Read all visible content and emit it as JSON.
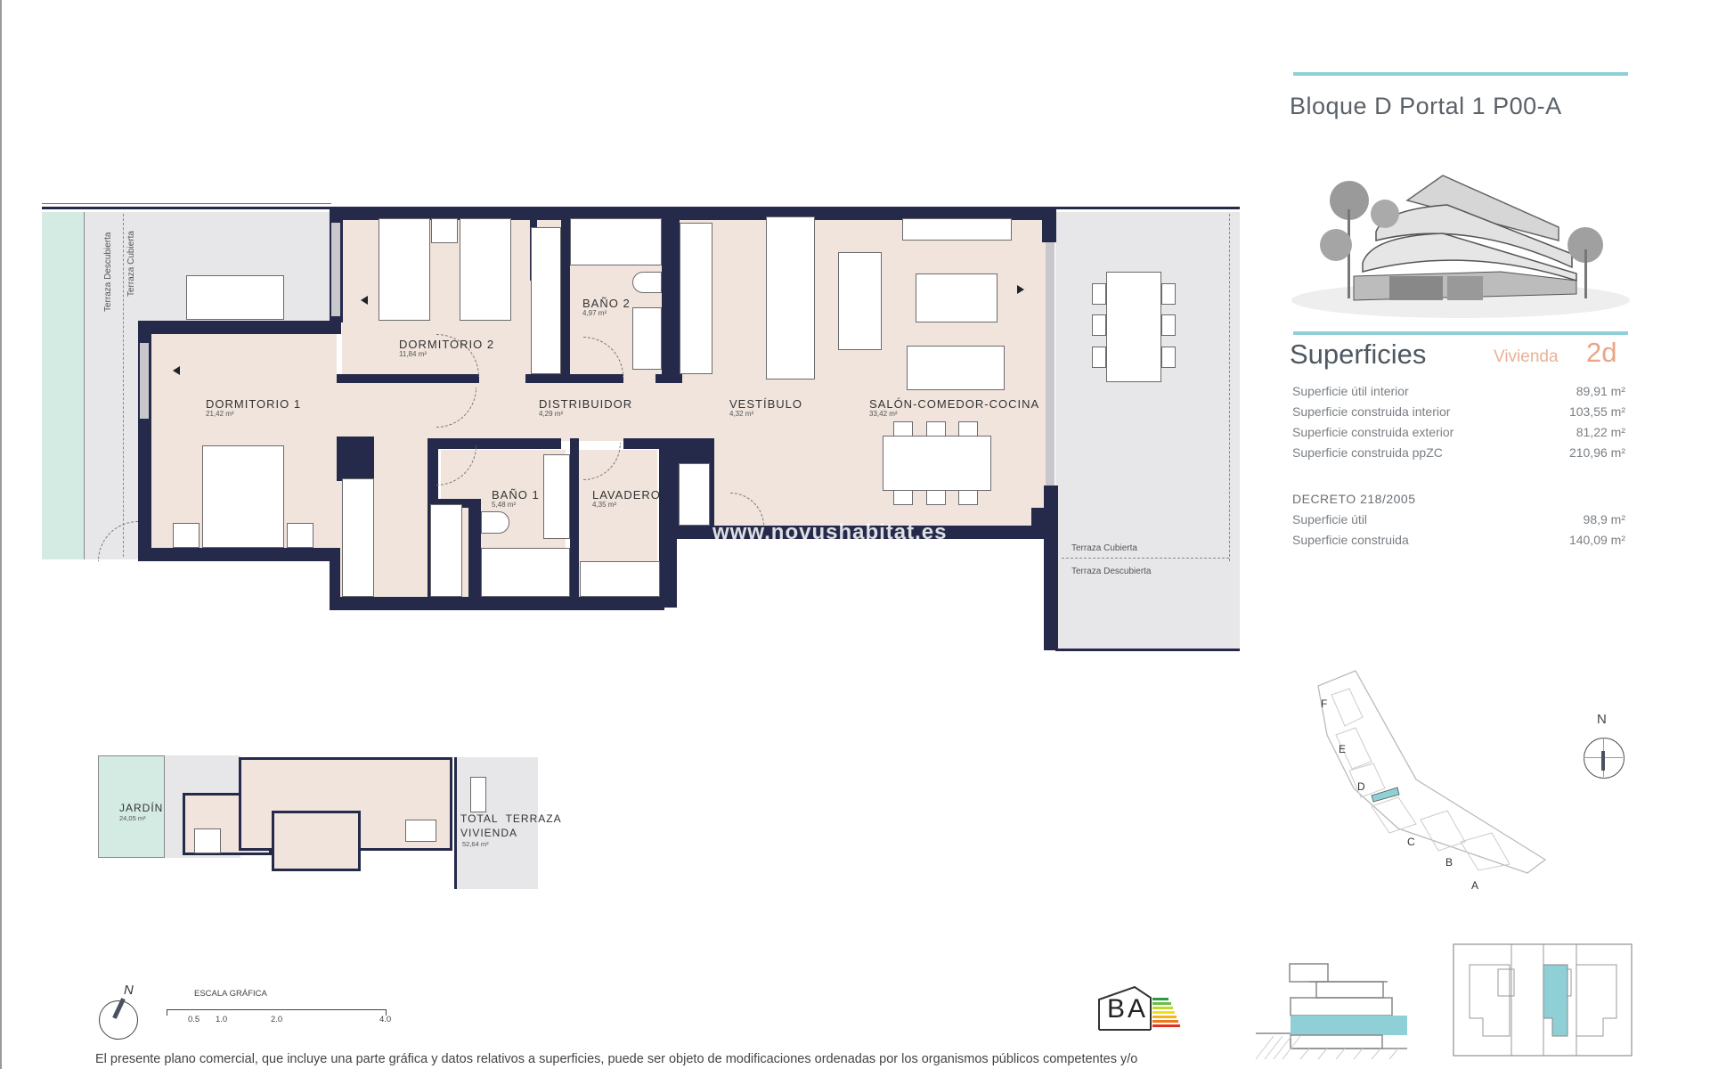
{
  "header": {
    "title": "Bloque D Portal 1 P00-A"
  },
  "superficies": {
    "title": "Superficies",
    "vivienda_label": "Vivienda",
    "vivienda_type": "2d",
    "rows": [
      {
        "label": "Superficie útil interior",
        "value": "89,91 m²"
      },
      {
        "label": "Superficie construida interior",
        "value": "103,55 m²"
      },
      {
        "label": "Superficie construida exterior",
        "value": "81,22 m²"
      },
      {
        "label": "Superficie construida ppZC",
        "value": "210,96 m²"
      }
    ],
    "decreto": {
      "title": "DECRETO 218/2005",
      "rows": [
        {
          "label": "Superficie útil",
          "value": "98,9 m²"
        },
        {
          "label": "Superficie construida",
          "value": "140,09 m²"
        }
      ]
    }
  },
  "floorplan": {
    "rooms": [
      {
        "name": "DORMITORIO 2",
        "area": "11,84 m²"
      },
      {
        "name": "BAÑO 2",
        "area": "4,97 m²"
      },
      {
        "name": "DORMITORIO 1",
        "area": "21,42 m²"
      },
      {
        "name": "DISTRIBUIDOR",
        "area": "4,29 m²"
      },
      {
        "name": "VESTÍBULO",
        "area": "4,32 m²"
      },
      {
        "name": "SALÓN-COMEDOR-COCINA",
        "area": "33,42 m²"
      },
      {
        "name": "BAÑO 1",
        "area": "5,48 m²"
      },
      {
        "name": "LAVADERO",
        "area": "4,35 m²"
      }
    ],
    "terrace_labels": {
      "left_descubierta": "Terraza Descubierta",
      "left_cubierta": "Terraza Cubierta",
      "right_cubierta": "Terraza Cubierta",
      "right_descubierta": "Terraza Descubierta"
    },
    "watermark": "www.novushabitat.es"
  },
  "mini_plan": {
    "garden_label": "JARDÍN",
    "garden_area": "24,05 m²",
    "terrace_label_1": "TOTAL  TERRAZA",
    "terrace_label_2": "VIVIENDA",
    "terrace_area": "52,64 m²"
  },
  "scale": {
    "title": "ESCALA GRÁFICA",
    "ticks": [
      "0.5",
      "1.0",
      "2.0",
      "4.0"
    ],
    "north": "N"
  },
  "site_plan": {
    "north": "N",
    "blocks": [
      "F",
      "E",
      "D",
      "C",
      "B",
      "A"
    ]
  },
  "energy": {
    "label_left": "B",
    "label_right": "A",
    "colors": [
      "#2e9a47",
      "#6cbd45",
      "#c2d82e",
      "#f2e01b",
      "#f6b31a",
      "#ee7a1f",
      "#e2321f"
    ]
  },
  "colors": {
    "accent": "#8fcfd6",
    "vivienda": "#e9a585",
    "wall": "#262a4a",
    "floor": "#f0e4dc",
    "terrace": "#e7e7e9",
    "garden": "#d4ebe3"
  },
  "footer": {
    "disclaimer": "El presente plano comercial, que incluye una parte gráfica y datos relativos a superficies, puede ser objeto de modificaciones ordenadas por los organismos públicos competentes y/o"
  }
}
